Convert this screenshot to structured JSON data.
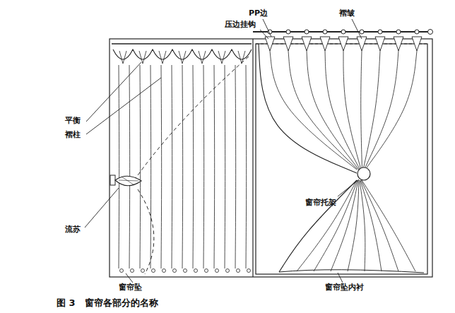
{
  "diagram": {
    "caption": "图 3　窗帘各部分的名称",
    "labels": [
      "PP边",
      "褶皱",
      "压边挂钩",
      "平衡",
      "褶柱",
      "流苏",
      "窗帘托架",
      "窗帘坠",
      "窗帘坠内衬"
    ]
  }
}
